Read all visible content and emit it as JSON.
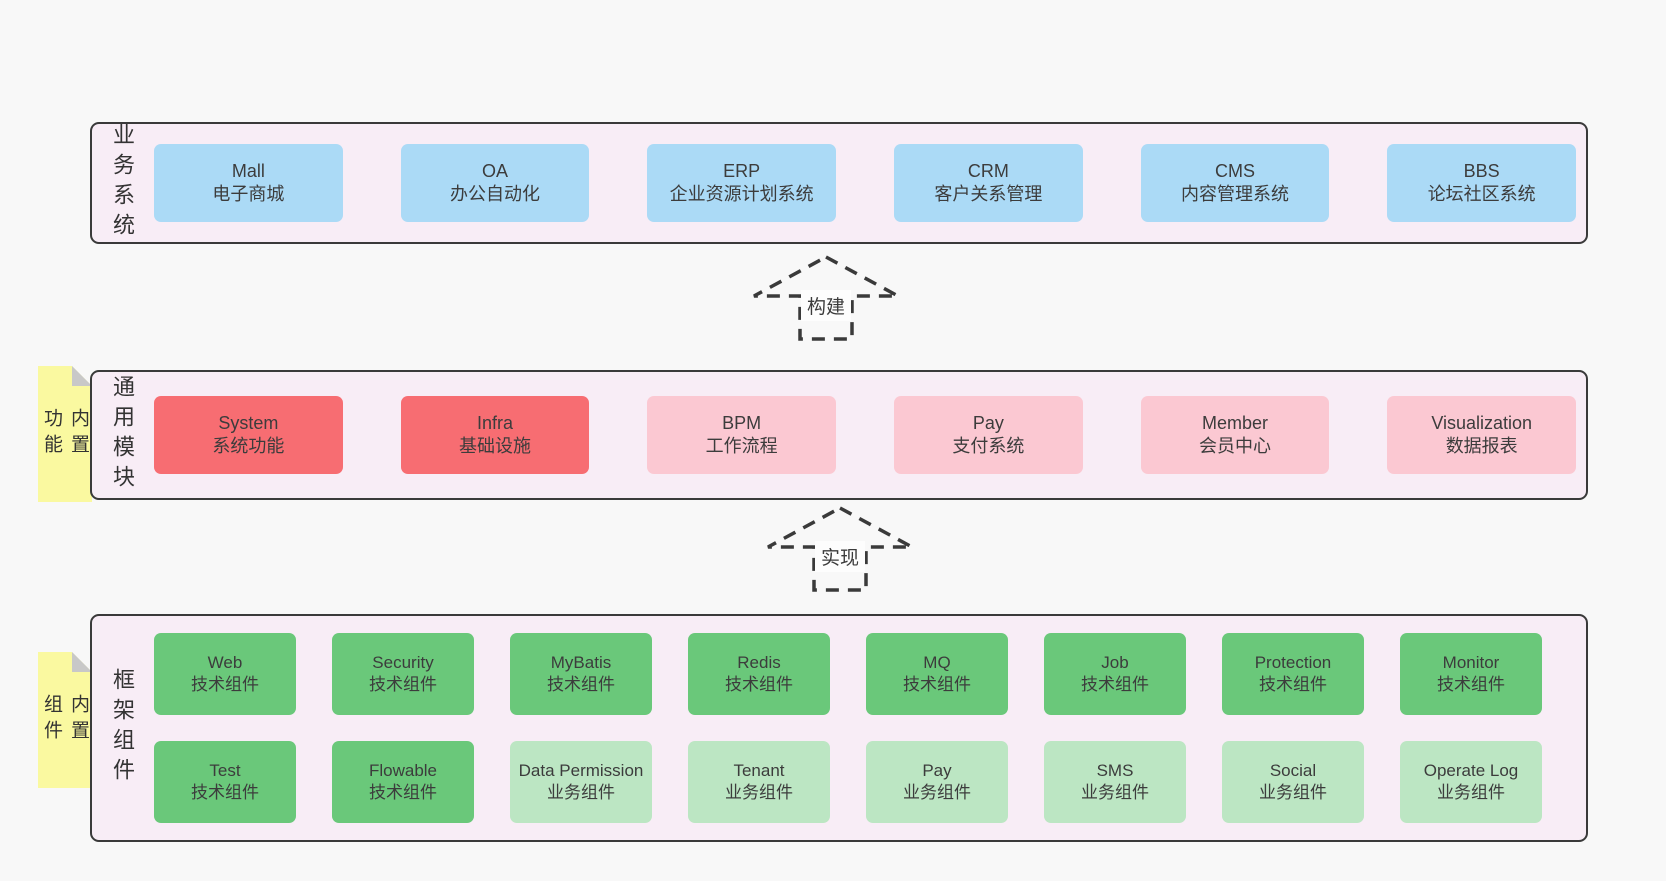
{
  "colors": {
    "page_bg": "#f8f8f8",
    "panel_bg": "#f8edf6",
    "panel_border": "#3a3a3a",
    "system_blue": "#abdaf6",
    "core_red": "#f76d72",
    "module_pink": "#fbc8d2",
    "tech_green": "#6ac87a",
    "biz_light_green": "#bce6c3",
    "note_yellow": "#faf9a0",
    "note_fold_gray": "#c8c8c8",
    "text": "#3c3c3c"
  },
  "arrows": [
    {
      "label": "构建"
    },
    {
      "label": "实现"
    }
  ],
  "layers": {
    "business": {
      "label": "业务系统",
      "boxes": [
        {
          "title": "Mall",
          "subtitle": "电子商城"
        },
        {
          "title": "OA",
          "subtitle": "办公自动化"
        },
        {
          "title": "ERP",
          "subtitle": "企业资源计划系统"
        },
        {
          "title": "CRM",
          "subtitle": "客户关系管理"
        },
        {
          "title": "CMS",
          "subtitle": "内容管理系统"
        },
        {
          "title": "BBS",
          "subtitle": "论坛社区系统"
        }
      ]
    },
    "modules": {
      "label": "通用模块",
      "note": "内置功能",
      "boxes": [
        {
          "title": "System",
          "subtitle": "系统功能"
        },
        {
          "title": "Infra",
          "subtitle": "基础设施"
        },
        {
          "title": "BPM",
          "subtitle": "工作流程"
        },
        {
          "title": "Pay",
          "subtitle": "支付系统"
        },
        {
          "title": "Member",
          "subtitle": "会员中心"
        },
        {
          "title": "Visualization",
          "subtitle": "数据报表"
        }
      ]
    },
    "framework": {
      "label": "框架组件",
      "note": "内置组件",
      "row1": [
        {
          "title": "Web",
          "subtitle": "技术组件"
        },
        {
          "title": "Security",
          "subtitle": "技术组件"
        },
        {
          "title": "MyBatis",
          "subtitle": "技术组件"
        },
        {
          "title": "Redis",
          "subtitle": "技术组件"
        },
        {
          "title": "MQ",
          "subtitle": "技术组件"
        },
        {
          "title": "Job",
          "subtitle": "技术组件"
        },
        {
          "title": "Protection",
          "subtitle": "技术组件"
        },
        {
          "title": "Monitor",
          "subtitle": "技术组件"
        }
      ],
      "row2": [
        {
          "title": "Test",
          "subtitle": "技术组件"
        },
        {
          "title": "Flowable",
          "subtitle": "技术组件"
        },
        {
          "title": "Data Permission",
          "subtitle": "业务组件"
        },
        {
          "title": "Tenant",
          "subtitle": "业务组件"
        },
        {
          "title": "Pay",
          "subtitle": "业务组件"
        },
        {
          "title": "SMS",
          "subtitle": "业务组件"
        },
        {
          "title": "Social",
          "subtitle": "业务组件"
        },
        {
          "title": "Operate Log",
          "subtitle": "业务组件"
        }
      ]
    }
  }
}
